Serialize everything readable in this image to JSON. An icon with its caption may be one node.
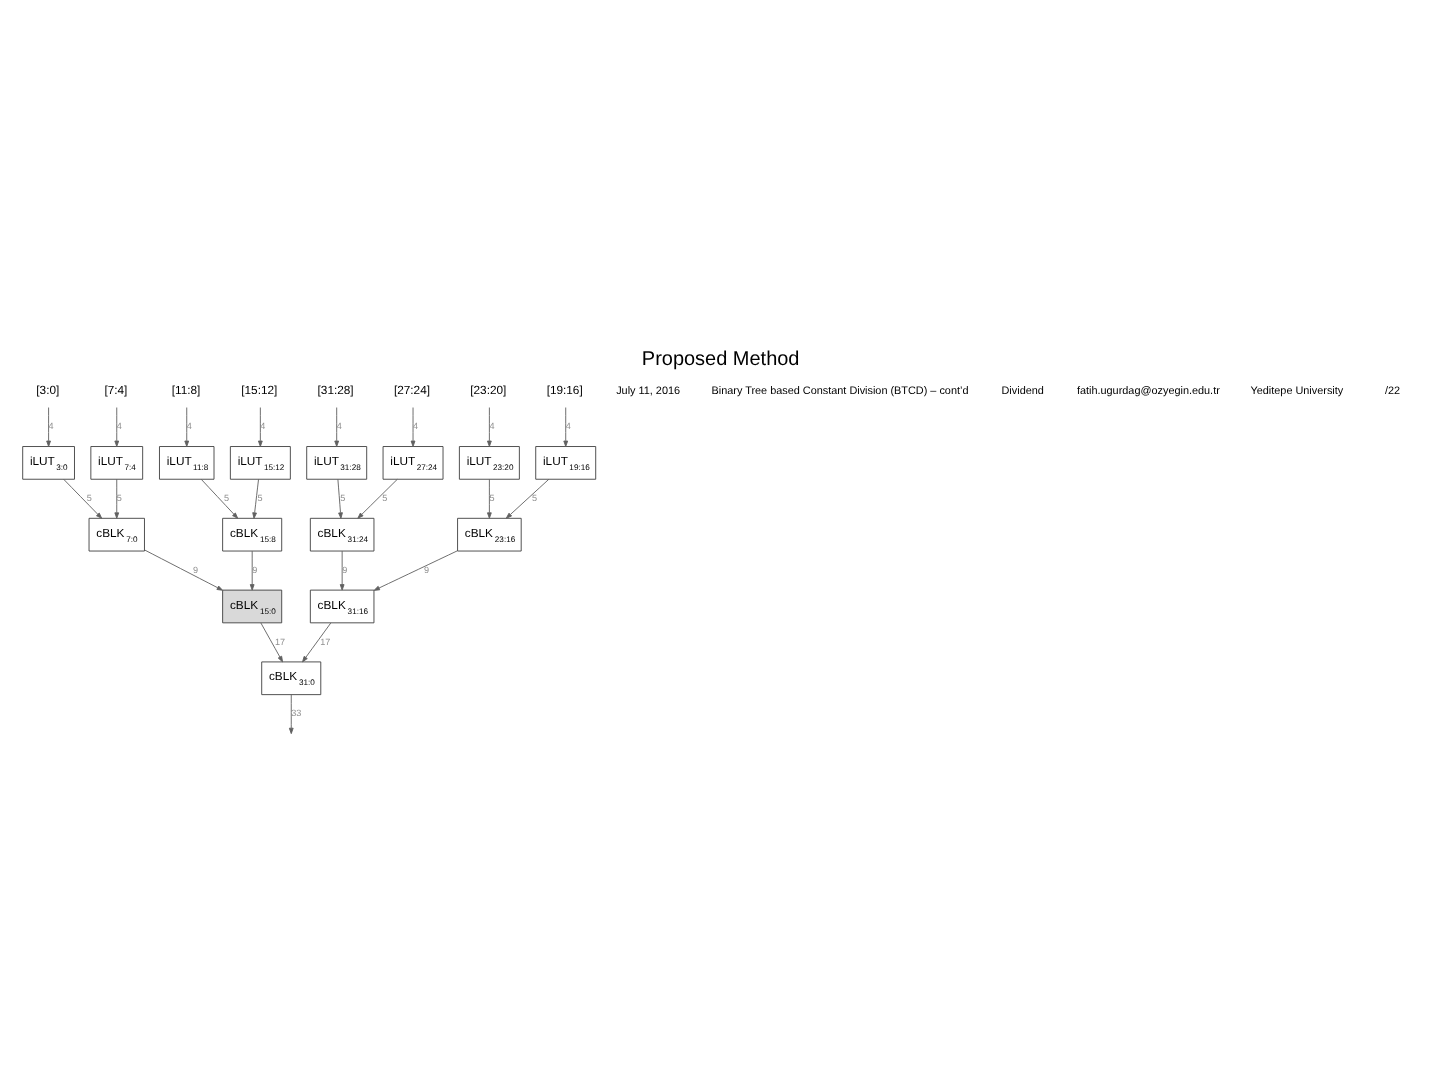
{
  "diagram": {
    "title": "Proposed Method",
    "nodes": [
      {
        "text": [
          "[31:28]"
        ]
      },
      {
        "text": [
          "[27:24]"
        ]
      },
      {
        "text": [
          "[23:20]"
        ]
      },
      {
        "text": [
          "[19:16]"
        ]
      },
      {
        "text": [
          "[15:12]"
        ]
      },
      {
        "text": [
          "[11:8]"
        ]
      },
      {
        "text": [
          "[7:4]"
        ]
      },
      {
        "text": [
          "[3:0]"
        ]
      },
      {
        "text": [
          "iLUT$_{31:28}$"
        ]
      },
      {
        "text": [
          "iLUT$_{27:24}$"
        ]
      },
      {
        "text": [
          "iLUT$_{23:20}$"
        ]
      },
      {
        "text": [
          "iLUT$_{19:16}$"
        ]
      },
      {
        "text": [
          "iLUT$_{15:12}$"
        ]
      },
      {
        "text": [
          "iLUT$_{11:8}$"
        ]
      },
      {
        "text": [
          "iLUT$_{7:4}$"
        ]
      },
      {
        "text": [
          "iLUT$_{3:0}$"
        ]
      },
      {
        "text": [
          "cBLK$_{31:24}$"
        ]
      },
      {
        "text": [
          "cBLK$_{23:16}$"
        ]
      },
      {
        "text": [
          "cBLK$_{15:8}$"
        ]
      },
      {
        "text": [
          "cBLK$_{7:0}$"
        ]
      },
      {
        "text": [
          "cBLK$_{31:16}$"
        ]
      },
      {
        "text": [
          "cBLK$_{15:0}$"
        ]
      },
      {
        "text": [
          "cBLK$_{31:0}$"
        ]
      }
    ],
    "edges": [
      {
        "from": 0,
        "to": 8,
        "arrow": "to",
        "label": "4"
      },
      {
        "from": 1,
        "to": 9,
        "arrow": "to",
        "label": "4"
      },
      {
        "from": 2,
        "to": 10,
        "arrow": "to",
        "label": "4"
      },
      {
        "from": 3,
        "to": 11,
        "arrow": "to",
        "label": "4"
      },
      {
        "from": 4,
        "to": 12,
        "arrow": "to",
        "label": "4"
      },
      {
        "from": 5,
        "to": 13,
        "arrow": "to",
        "label": "4"
      },
      {
        "from": 6,
        "to": 14,
        "arrow": "to",
        "label": "4"
      },
      {
        "from": 7,
        "to": 15,
        "arrow": "to",
        "label": "4"
      },
      {
        "from": 8,
        "to": 16,
        "arrow": "to",
        "label": "5"
      },
      {
        "from": 9,
        "to": 16,
        "arrow": "to",
        "label": "5"
      },
      {
        "from": 10,
        "to": 17,
        "arrow": "to",
        "label": "5"
      },
      {
        "from": 11,
        "to": 17,
        "arrow": "to",
        "label": "5"
      },
      {
        "from": 12,
        "to": 18,
        "arrow": "to",
        "label": "5"
      },
      {
        "from": 13,
        "to": 18,
        "arrow": "to",
        "label": "5"
      },
      {
        "from": 14,
        "to": 19,
        "arrow": "to",
        "label": "5"
      },
      {
        "from": 15,
        "to": 19,
        "arrow": "to",
        "label": "5"
      },
      {
        "from": 16,
        "to": 20,
        "arrow": "to",
        "label": "9"
      },
      {
        "from": 17,
        "to": 20,
        "arrow": "to",
        "label": "9"
      },
      {
        "from": 18,
        "to": 21,
        "arrow": "to",
        "label": "9"
      },
      {
        "from": 19,
        "to": 21,
        "arrow": "to",
        "label": "9"
      },
      {
        "from": 20,
        "to": 22,
        "arrow": "to",
        "label": "17"
      },
      {
        "from": 21,
        "to": 22,
        "arrow": "to",
        "label": "17"
      },
      {
        "from": 22,
        "to": null,
        "arrow": "to",
        "label": "33"
      }
    ],
    "labels": [
      "July 11, 2016",
      "Binary Tree based Constant Division (BTCD) – cont’d",
      "Dividend",
      "fatih.ugurdag@ozyegin.edu.tr",
      "Yeditepe University",
      "/22"
    ]
  }
}
